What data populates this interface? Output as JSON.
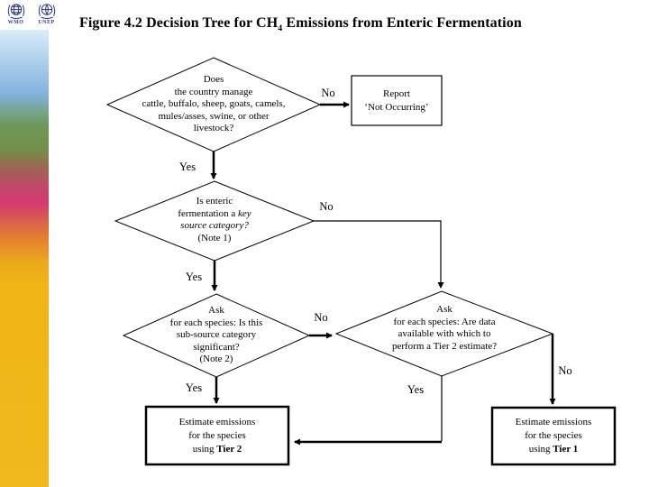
{
  "header": {
    "logos": [
      {
        "name": "wmo",
        "label": "WMO"
      },
      {
        "name": "unep",
        "label": "UNEP"
      }
    ],
    "title_segments": [
      {
        "t": "Figure 4.2 Decision Tree for CH"
      },
      {
        "t": "4",
        "sub": 1
      },
      {
        "t": " Emissions from Enteric Fermentation"
      }
    ]
  },
  "colors": {
    "logo_navy": "#2e3a87",
    "strip_gold": "#f1b91f",
    "line_black": "#000000"
  },
  "flowchart": {
    "nodes": [
      {
        "id": "q-manage-livestock",
        "shape": "diamond",
        "lines": [
          [
            {
              "t": "Does"
            }
          ],
          [
            {
              "t": "the country manage"
            }
          ],
          [
            {
              "t": "cattle, buffalo, sheep, goats, camels,"
            }
          ],
          [
            {
              "t": "mules/asses, swine, or other"
            }
          ],
          [
            {
              "t": "livestock?"
            }
          ]
        ]
      },
      {
        "id": "q-key-source-category",
        "shape": "diamond",
        "lines": [
          [
            {
              "t": "Is enteric"
            }
          ],
          [
            {
              "t": "fermentation a "
            },
            {
              "t": "key",
              "i": 1
            }
          ],
          [
            {
              "t": "source category?",
              "i": 1
            }
          ],
          [
            {
              "t": "(Note 1)"
            }
          ]
        ]
      },
      {
        "id": "q-subsource-significant",
        "shape": "diamond",
        "lines": [
          [
            {
              "t": "Ask"
            }
          ],
          [
            {
              "t": "for each species: Is this"
            }
          ],
          [
            {
              "t": "sub-source category"
            }
          ],
          [
            {
              "t": "significant?"
            }
          ],
          [
            {
              "t": "(Note 2)"
            }
          ]
        ]
      },
      {
        "id": "q-tier2-data-available",
        "shape": "diamond",
        "lines": [
          [
            {
              "t": "Ask"
            }
          ],
          [
            {
              "t": "for each species: Are data"
            }
          ],
          [
            {
              "t": "available with which to"
            }
          ],
          [
            {
              "t": "perform a Tier 2 estimate?"
            }
          ]
        ]
      },
      {
        "id": "report-not-occurring",
        "shape": "rect",
        "lines": [
          [
            {
              "t": "Report"
            }
          ],
          [
            {
              "t": "‘Not Occurring’"
            }
          ]
        ]
      },
      {
        "id": "estimate-tier2",
        "shape": "rect",
        "lines": [
          [
            {
              "t": "Estimate emissions"
            }
          ],
          [
            {
              "t": "for the species"
            }
          ],
          [
            {
              "t": "using "
            },
            {
              "t": "Tier 2",
              "b": 1
            }
          ]
        ]
      },
      {
        "id": "estimate-tier1",
        "shape": "rect",
        "lines": [
          [
            {
              "t": "Estimate emissions"
            }
          ],
          [
            {
              "t": "for the species"
            }
          ],
          [
            {
              "t": "using "
            },
            {
              "t": "Tier 1",
              "b": 1
            }
          ]
        ]
      }
    ],
    "labels": {
      "no1": "No",
      "yes1": "Yes",
      "no2": "No",
      "yes2": "Yes",
      "no3": "No",
      "yes3": "Yes",
      "no4": "No",
      "yes4": "Yes"
    }
  }
}
